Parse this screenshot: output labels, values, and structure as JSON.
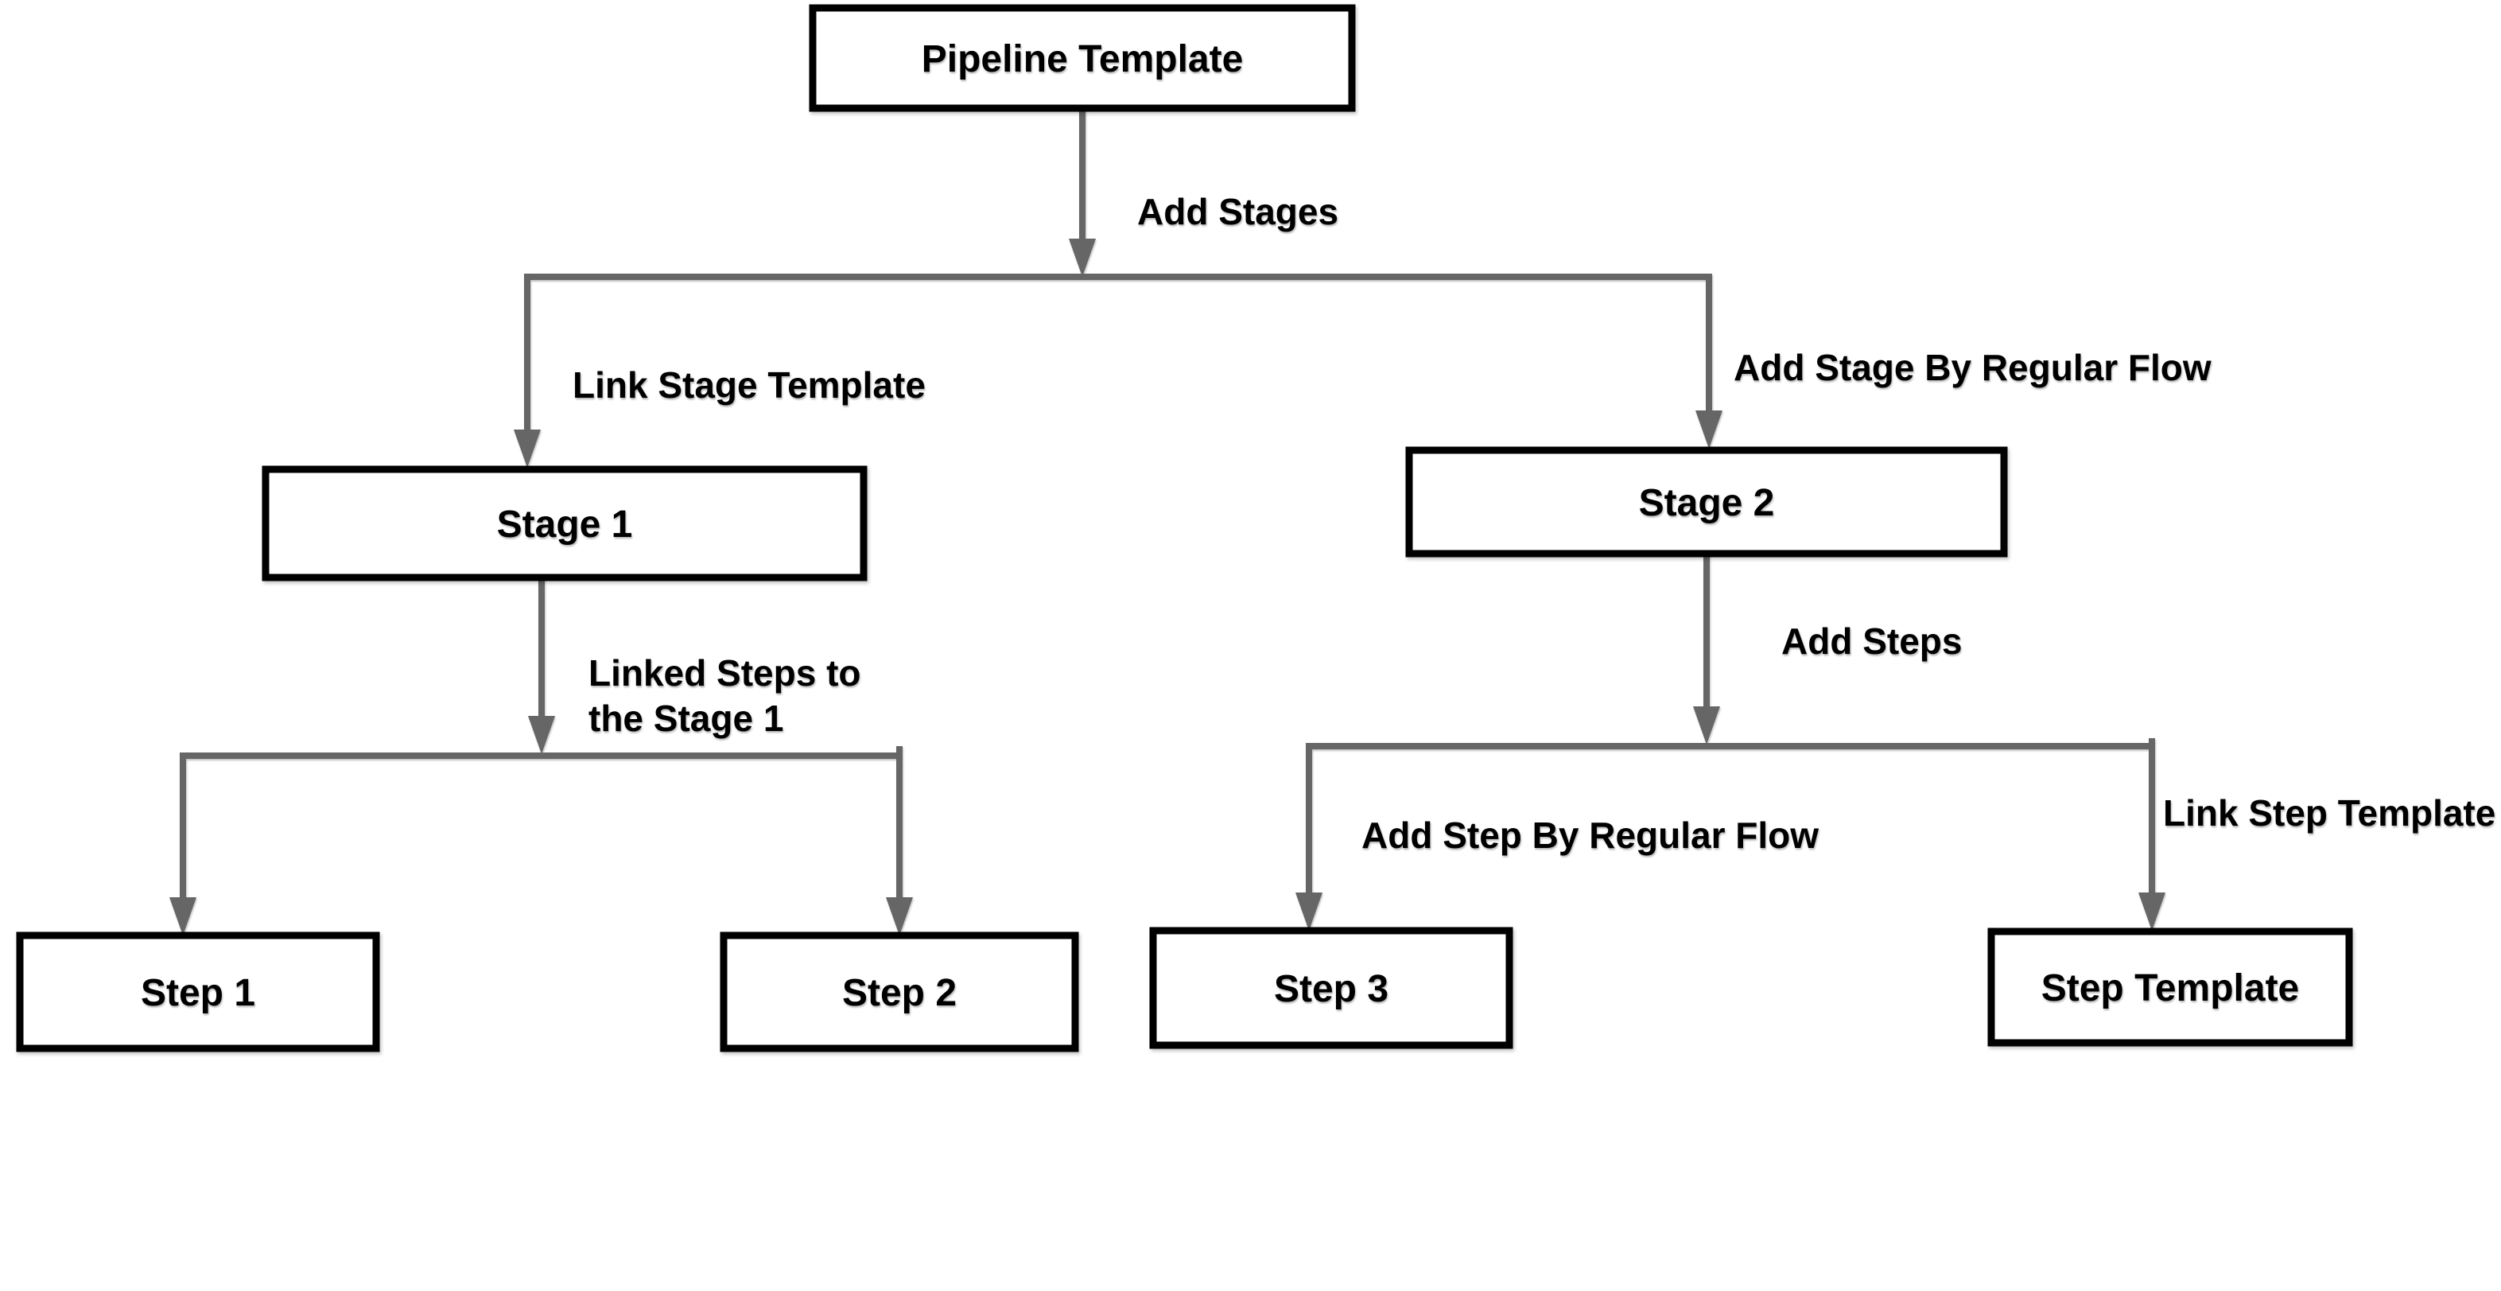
{
  "diagram": {
    "type": "flowchart",
    "background": "#ffffff",
    "colors": {
      "connector": "#666666",
      "node_border": "#000000",
      "node_fill": "#ffffff",
      "text": "#000000"
    },
    "nodes": {
      "pipeline_template": "Pipeline Template",
      "stage_1": "Stage 1",
      "stage_2": "Stage 2",
      "step_1": "Step 1",
      "step_2": "Step 2",
      "step_3": "Step 3",
      "step_template": "Step Template"
    },
    "edge_labels": {
      "add_stages": "Add Stages",
      "link_stage_template": "Link Stage Template",
      "add_stage_by_regular_flow": "Add Stage By Regular Flow",
      "linked_steps_to_the_stage_1": {
        "line1": "Linked Steps to",
        "line2": "the Stage 1"
      },
      "add_steps": "Add Steps",
      "add_step_by_regular_flow": "Add Step By Regular Flow",
      "link_step_template": "Link Step Template"
    }
  }
}
